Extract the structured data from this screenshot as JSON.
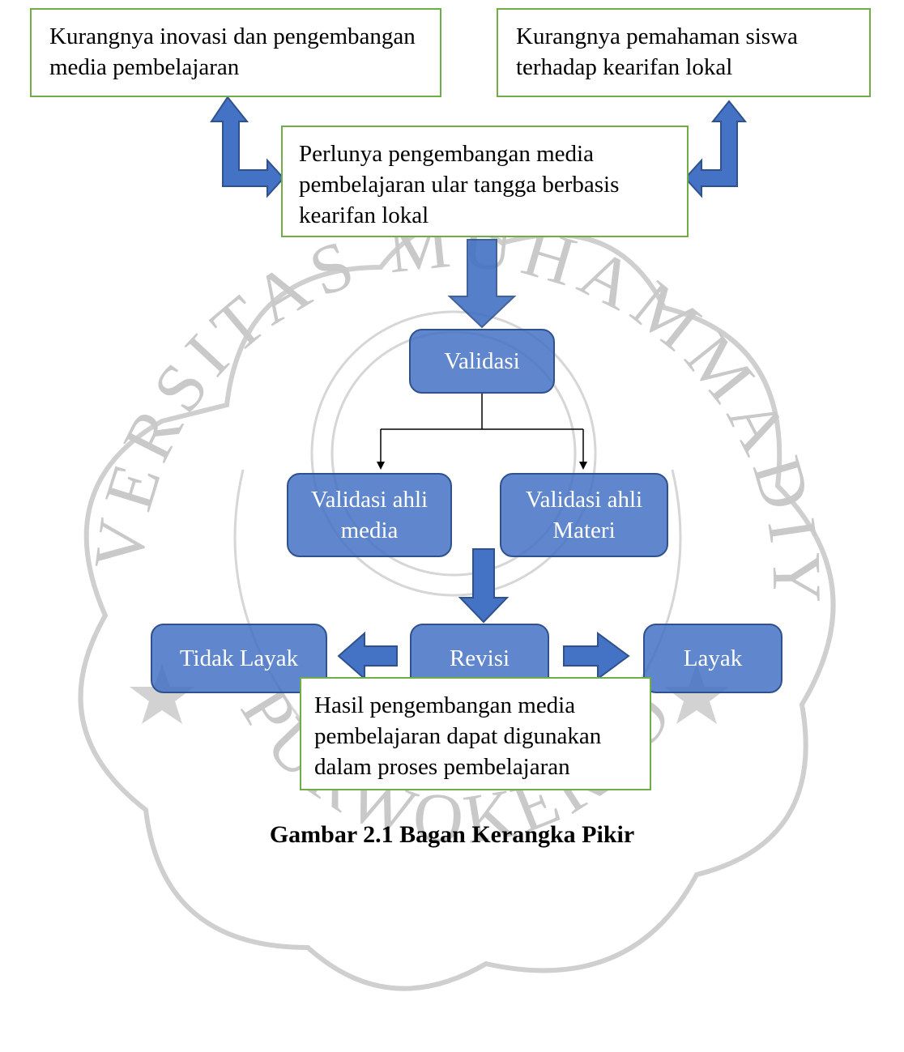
{
  "colors": {
    "green_border": "#70ad47",
    "blue_fill": "#4472c4",
    "blue_border": "#2f528f",
    "watermark": "#c8c8c8"
  },
  "top_left_box": {
    "text": "Kurangnya inovasi dan pengembangan media pembelajaran"
  },
  "top_right_box": {
    "text": "Kurangnya pemahaman siswa terhadap kearifan lokal"
  },
  "center_box": {
    "text": "Perlunya pengembangan media pembelajaran ular tangga berbasis kearifan lokal"
  },
  "validasi": {
    "label": "Validasi"
  },
  "validasi_media": {
    "label": "Validasi ahli media"
  },
  "validasi_materi": {
    "label": "Validasi ahli Materi"
  },
  "revisi": {
    "label": "Revisi"
  },
  "tidak_layak": {
    "label": "Tidak Layak"
  },
  "layak": {
    "label": "Layak"
  },
  "hasil_box": {
    "text": "Hasil pengembangan media pembelajaran dapat digunakan dalam proses pembelajaran"
  },
  "caption": "Gambar 2.1 Bagan Kerangka Pikir",
  "watermark": {
    "top_text": "UNIVERSITAS MUHAMMADIYAH",
    "bottom_text": "PURWOKERTO"
  }
}
